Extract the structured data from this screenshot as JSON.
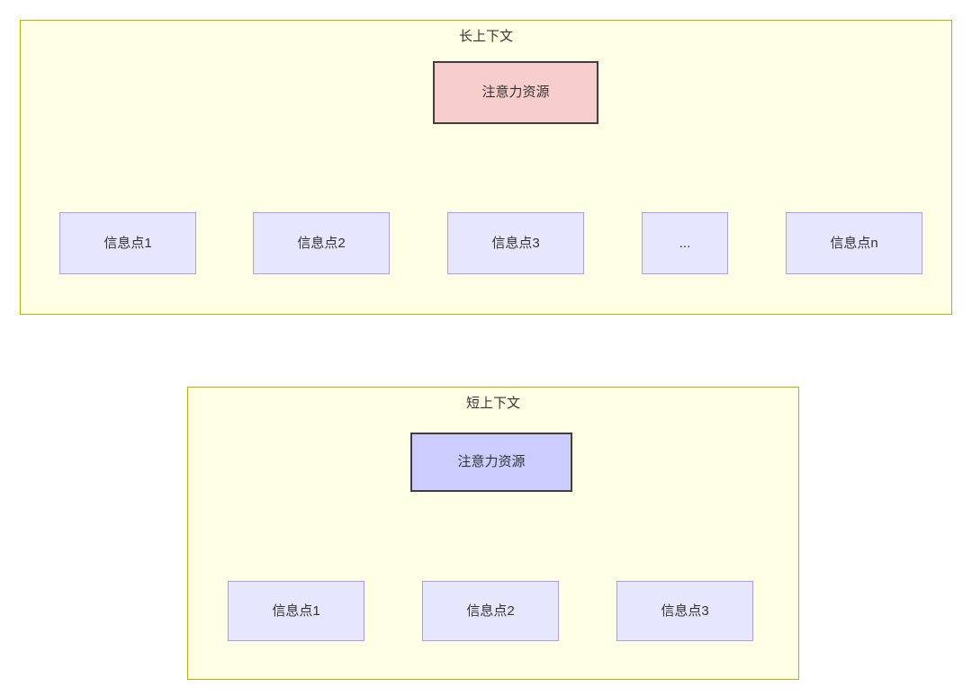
{
  "diagram": {
    "title_long": "长上下文",
    "title_short": "短上下文",
    "colors": {
      "panel_fill": "#ffffe6",
      "panel_border": "#b5b500",
      "root_long_fill": "#f8cecc",
      "root_short_fill": "#ccccff",
      "root_border": "#3f3f3f",
      "leaf_fill": "#e6e6ff",
      "leaf_border": "#b09aeb",
      "edge_stroke": "#2b2b2b",
      "text": "#333333"
    },
    "panels": [
      {
        "id": "long-context",
        "title": "长上下文",
        "root": {
          "label": "注意力资源"
        },
        "leaves": [
          {
            "label": "信息点1"
          },
          {
            "label": "信息点2"
          },
          {
            "label": "信息点3"
          },
          {
            "label": "..."
          },
          {
            "label": "信息点n"
          }
        ]
      },
      {
        "id": "short-context",
        "title": "短上下文",
        "root": {
          "label": "注意力资源"
        },
        "leaves": [
          {
            "label": "信息点1"
          },
          {
            "label": "信息点2"
          },
          {
            "label": "信息点3"
          }
        ]
      }
    ]
  }
}
